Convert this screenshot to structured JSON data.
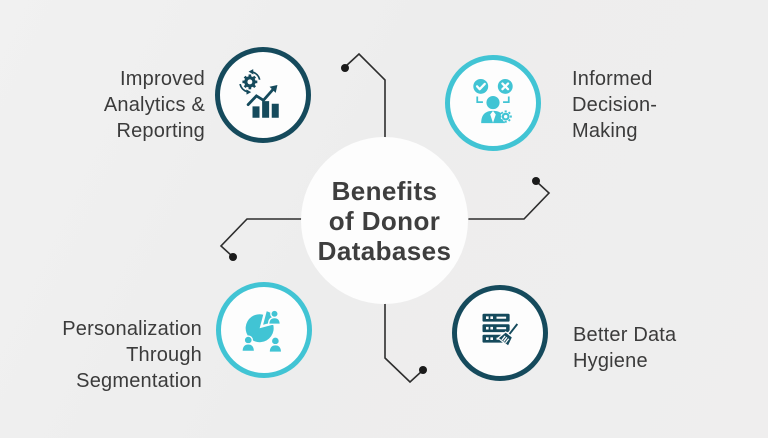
{
  "title": {
    "text": "Benefits of Donor Databases",
    "lines": [
      "Benefits",
      "of Donor",
      "Databases"
    ]
  },
  "items": [
    {
      "label": "Improved Analytics & Reporting",
      "icon": "analytics-gear-chart-icon",
      "color": "dark-teal",
      "position": "top-left"
    },
    {
      "label": "Informed Decision-Making",
      "icon": "decision-person-check-x-icon",
      "color": "turquoise",
      "position": "top-right"
    },
    {
      "label": "Personalization Through Segmentation",
      "icon": "pie-segments-people-icon",
      "color": "turquoise",
      "position": "bottom-left"
    },
    {
      "label": "Better Data Hygiene",
      "icon": "server-stack-broom-icon",
      "color": "dark-teal",
      "position": "bottom-right"
    }
  ],
  "colors": {
    "dark_teal": "#154A5C",
    "turquoise": "#41C4D4",
    "background": "#EDEDED",
    "circle_fill": "#FDFDFD",
    "text": "#3B3B3B",
    "title_text": "#3E3E3E",
    "connector": "#2D2D2D",
    "dot": "#1A1A1A"
  }
}
